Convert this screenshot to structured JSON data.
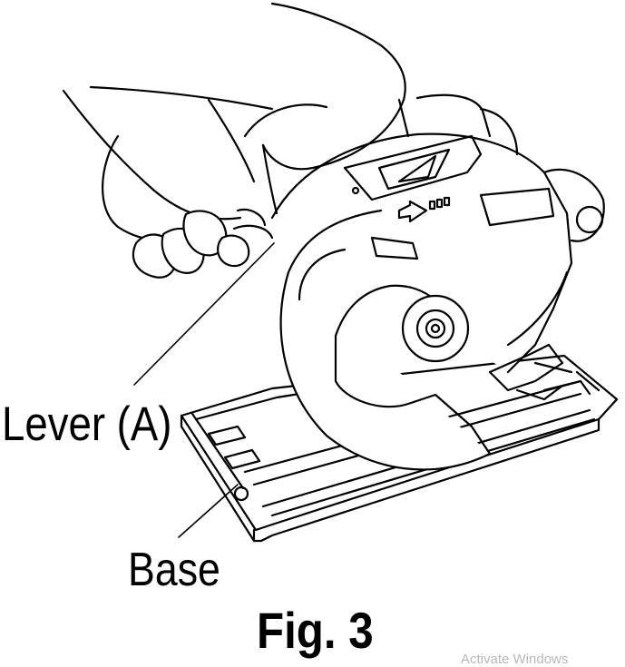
{
  "figure": {
    "caption": "Fig. 3",
    "labels": {
      "lever": "Lever (A)",
      "base": "Base"
    }
  },
  "overlay": {
    "watermark": "Activate Windows"
  }
}
